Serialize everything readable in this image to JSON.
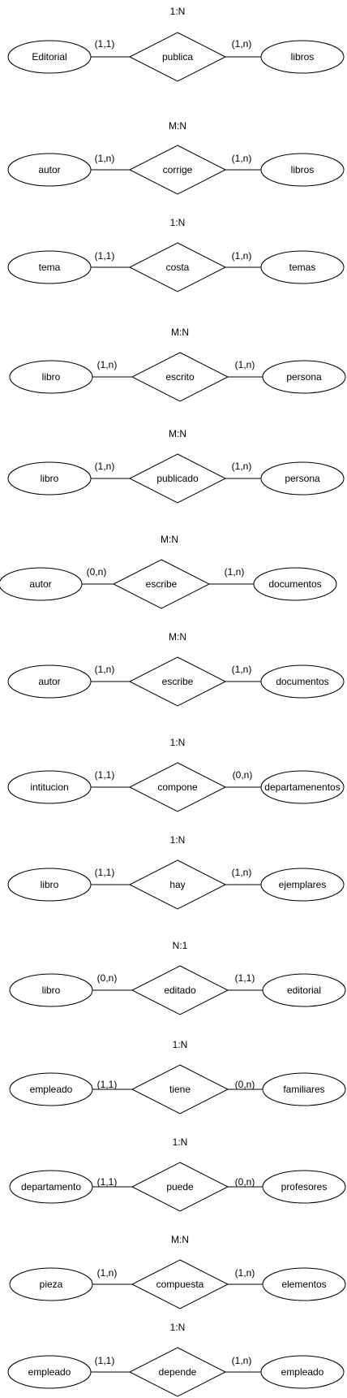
{
  "relationships": [
    {
      "ratio": "1:N",
      "left": "Editorial",
      "relation": "publica",
      "left_card": "(1,1)",
      "right_card": "(1,n)",
      "right": "libros"
    },
    {
      "ratio": "M:N",
      "left": "autor",
      "relation": "corrige",
      "left_card": "(1,n)",
      "right_card": "(1,n)",
      "right": "libros"
    },
    {
      "ratio": "1:N",
      "left": "tema",
      "relation": "costa",
      "left_card": "(1,1)",
      "right_card": "(1,n)",
      "right": "temas"
    },
    {
      "ratio": "M:N",
      "left": "libro",
      "relation": "escrito",
      "left_card": "(1,n)",
      "right_card": "(1,n)",
      "right": "persona"
    },
    {
      "ratio": "M:N",
      "left": "libro",
      "relation": "publicado",
      "left_card": "(1,n)",
      "right_card": "(1,n)",
      "right": "persona"
    },
    {
      "ratio": "M:N",
      "left": "autor",
      "relation": "escribe",
      "left_card": "(0,n)",
      "right_card": "(1,n)",
      "right": "documentos"
    },
    {
      "ratio": "M:N",
      "left": "autor",
      "relation": "escribe",
      "left_card": "(1,n)",
      "right_card": "(1,n)",
      "right": "documentos"
    },
    {
      "ratio": "1:N",
      "left": "intitucion",
      "relation": "compone",
      "left_card": "(1,1)",
      "right_card": "(0,n)",
      "right": "departamenentos"
    },
    {
      "ratio": "1:N",
      "left": "libro",
      "relation": "hay",
      "left_card": "(1,1)",
      "right_card": "(1,n)",
      "right": "ejemplares"
    },
    {
      "ratio": "N:1",
      "left": "libro",
      "relation": "editado",
      "left_card": "(0,n)",
      "right_card": "(1,1)",
      "right": "editorial"
    },
    {
      "ratio": "1:N",
      "left": "empleado",
      "relation": "tiene",
      "left_card": "(1,1)",
      "right_card": "(0,n)",
      "right": "familiares"
    },
    {
      "ratio": "1:N",
      "left": "departamento",
      "relation": "puede",
      "left_card": "(1,1)",
      "right_card": "(0,n)",
      "right": "profesores"
    },
    {
      "ratio": "M:N",
      "left": "pieza",
      "relation": "compuesta",
      "left_card": "(1,n)",
      "right_card": "(1,n)",
      "right": "elementos"
    },
    {
      "ratio": "1:N",
      "left": "empleado",
      "relation": "depende",
      "left_card": "(1,1)",
      "right_card": "(1,n)",
      "right": "empleado"
    }
  ]
}
